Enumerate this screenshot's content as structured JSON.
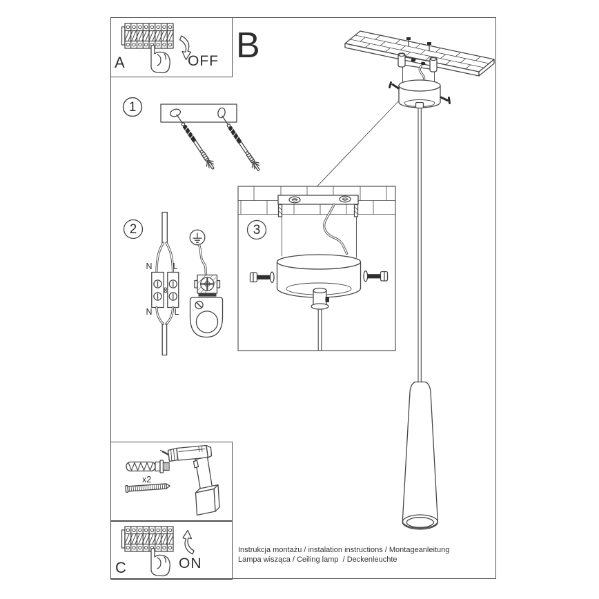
{
  "page": {
    "background": "#ffffff",
    "line_color": "#454545",
    "section_a": {
      "label": "A",
      "action_label": "OFF"
    },
    "section_b": {
      "label": "B"
    },
    "section_c": {
      "label": "C",
      "action_label": "ON"
    },
    "step_1": {
      "number": "1"
    },
    "step_2": {
      "number": "2",
      "terminal_labels": {
        "n_top": "N",
        "l_top": "L",
        "n_bottom": "N",
        "l_bottom": "L"
      }
    },
    "step_3": {
      "number": "3"
    },
    "tools": {
      "anchor_quantity": "x2"
    },
    "footer": {
      "line_1": "Instrukcja montażu / instalation instructions / Montageanleitung",
      "line_2": "Lampa wisząca / Ceiling lamp  / Deckenleuchte"
    }
  }
}
